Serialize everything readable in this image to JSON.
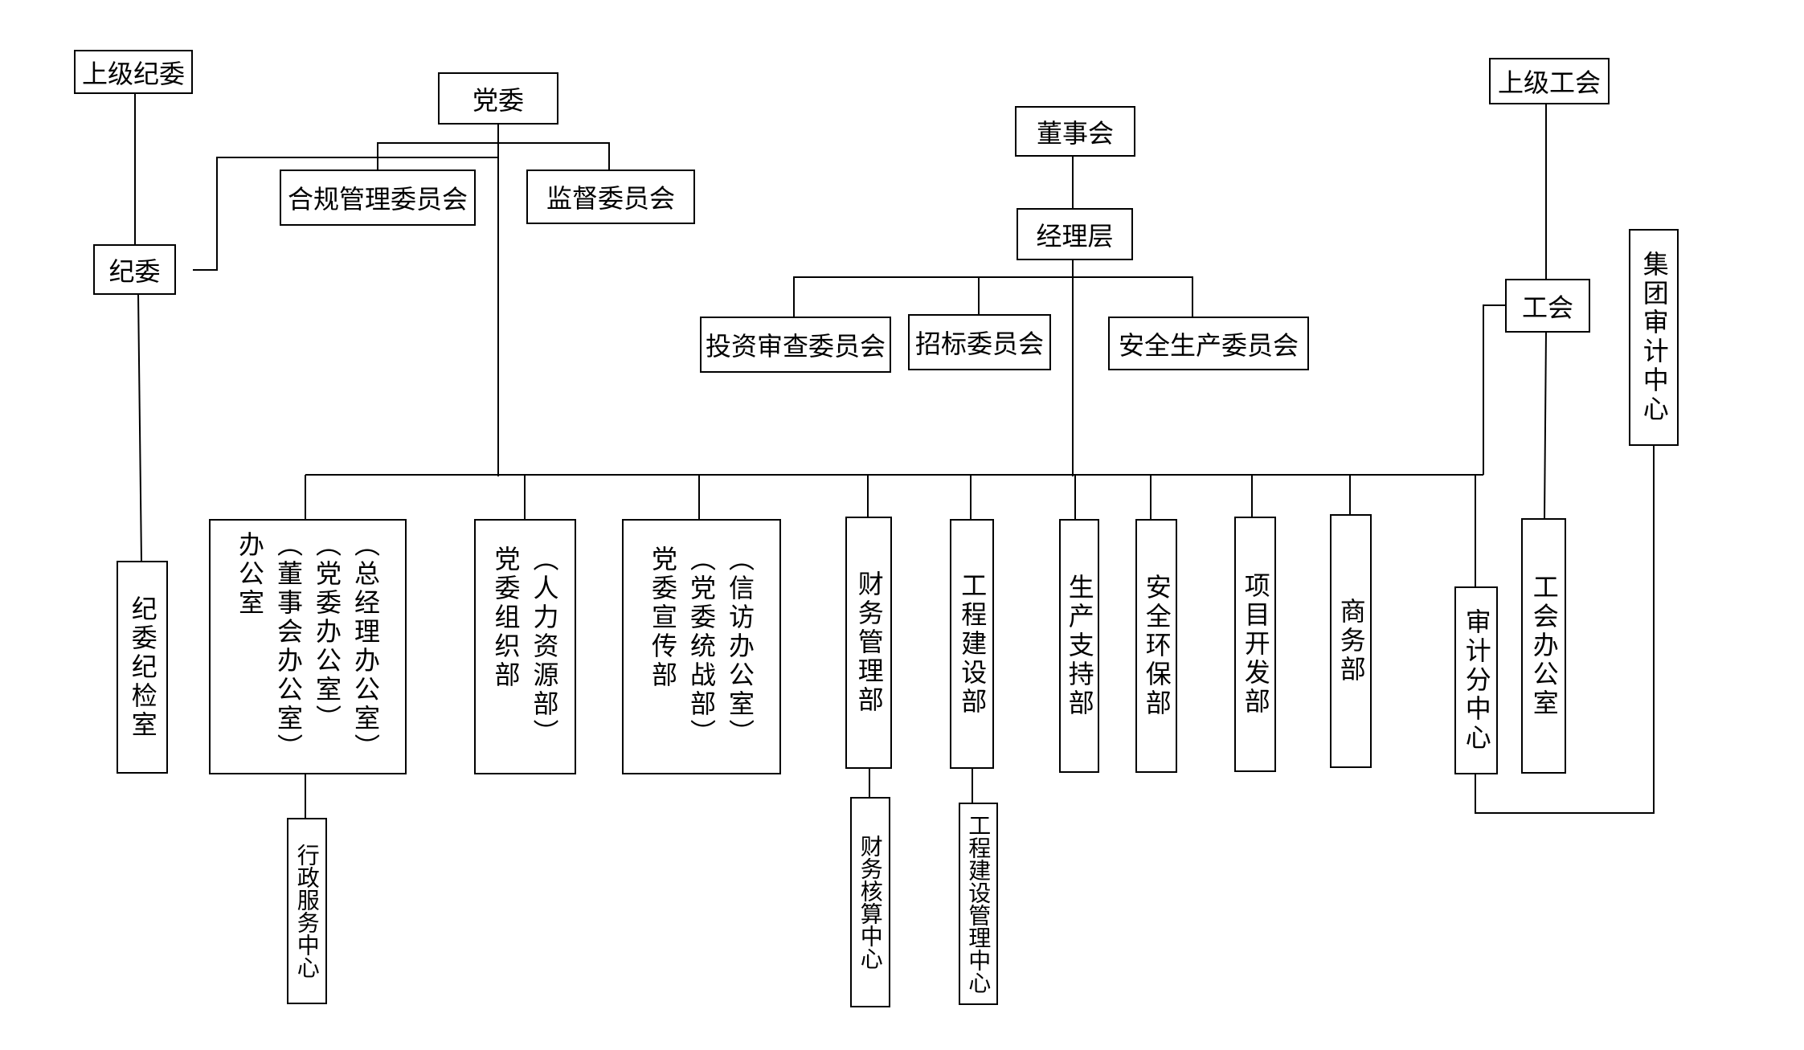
{
  "nodes": {
    "upper_discipline": "上级纪委",
    "party_committee": "党委",
    "compliance_committee": "合规管理委员会",
    "supervision_committee": "监督委员会",
    "discipline_committee": "纪委",
    "discipline_office": "纪委纪检室",
    "board": "董事会",
    "management": "经理层",
    "investment_committee": "投资审查委员会",
    "tender_committee": "招标委员会",
    "safety_committee": "安全生产委员会",
    "upper_union": "上级工会",
    "union": "工会",
    "group_audit": "集团审计中心",
    "general_office": "（总经理办公室）\n（党委办公室）\n（董事会办公室）\n办公室",
    "admin_service": "行政服务中心",
    "party_org": "（人力资源部）\n党委组织部",
    "party_propaganda": "（信访办公室）\n（党委统战部）\n党委宣传部",
    "finance_mgmt": "财务管理部",
    "finance_accounting": "财务核算中心",
    "engineering": "工程建设部",
    "engineering_mgmt": "工程建设管理中心",
    "production_support": "生产支持部",
    "safety_env": "安全环保部",
    "project_dev": "项目开发部",
    "commerce": "商务部",
    "audit_center": "审计分中心",
    "union_office": "工会办公室"
  }
}
